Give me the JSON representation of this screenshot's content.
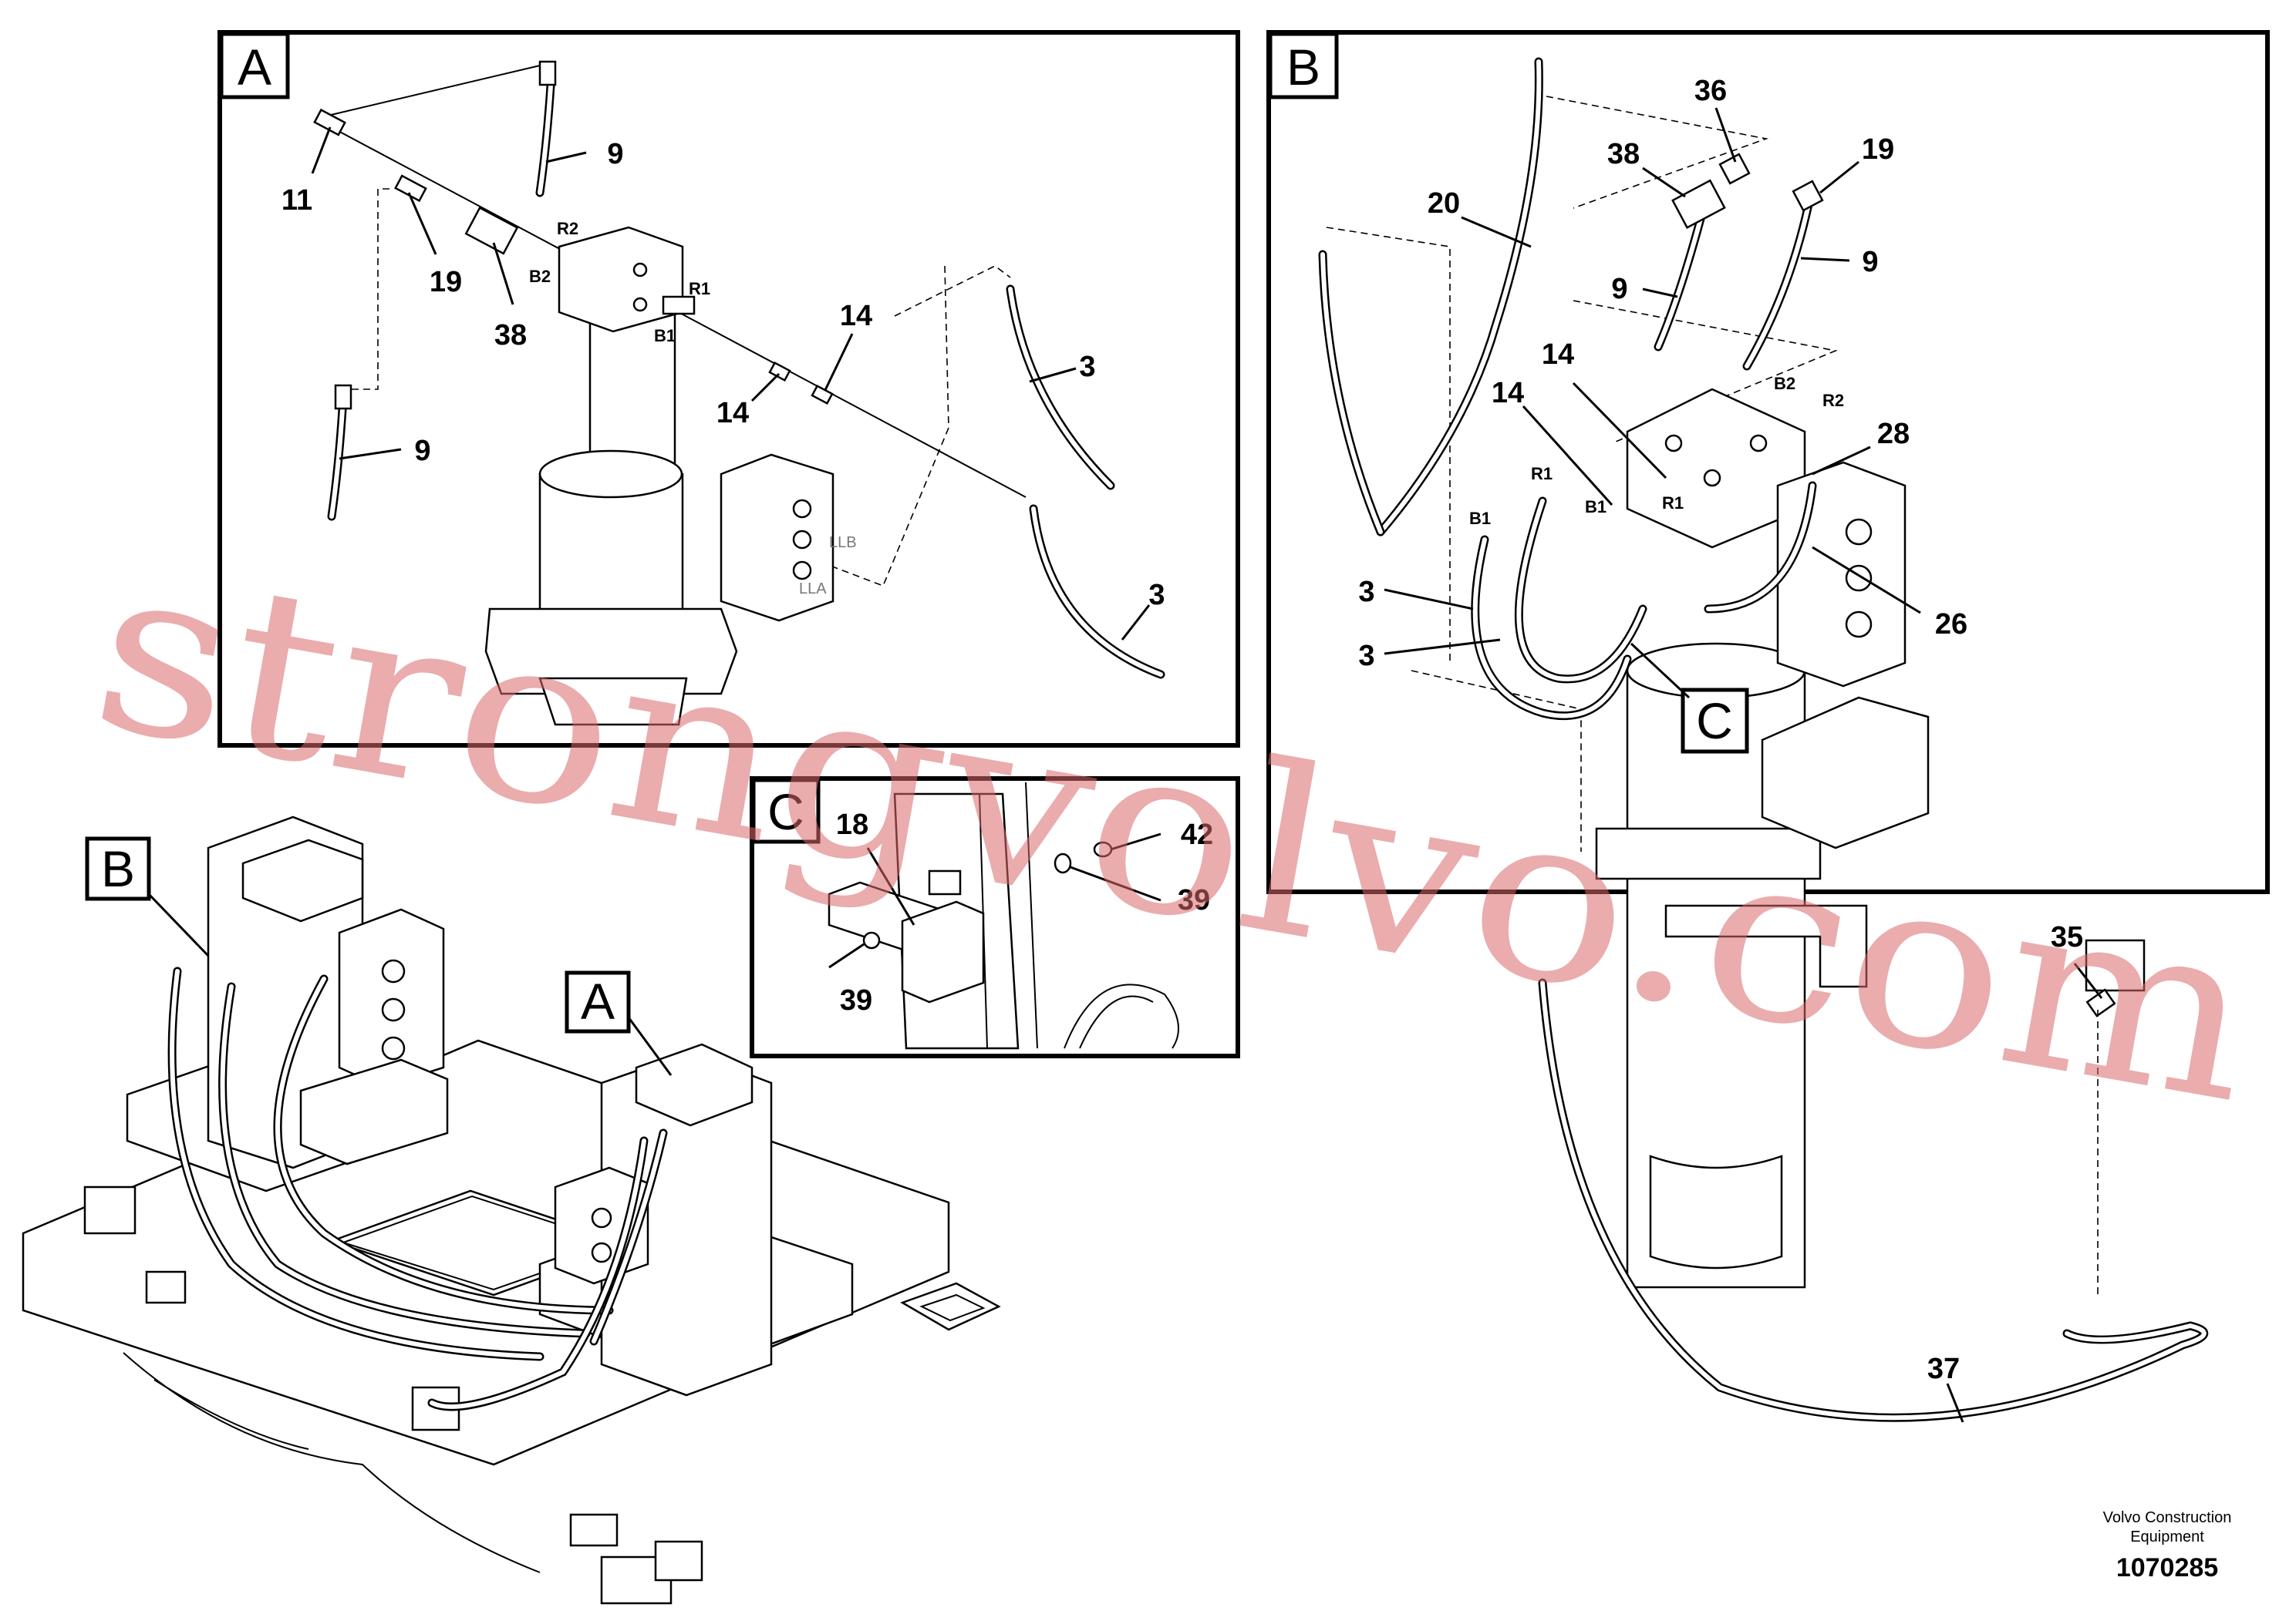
{
  "panels": {
    "a": {
      "letter": "A",
      "callouts": [
        "11",
        "9",
        "19",
        "38",
        "9",
        "14",
        "14",
        "3",
        "3"
      ],
      "port_labels": [
        "R2",
        "B2",
        "R1",
        "B1"
      ],
      "valve_labels": [
        "LLB",
        "LLA"
      ]
    },
    "b": {
      "letter": "B",
      "callouts": [
        "36",
        "38",
        "19",
        "20",
        "9",
        "9",
        "14",
        "14",
        "28",
        "3",
        "3",
        "26",
        "35",
        "37"
      ],
      "port_labels": [
        "B2",
        "R2",
        "R1",
        "B1",
        "R1",
        "B1"
      ],
      "sub_letter": "C"
    },
    "c": {
      "letter": "C",
      "callouts": [
        "18",
        "42",
        "39",
        "39"
      ]
    },
    "overview": {
      "markers": [
        "B",
        "A"
      ]
    }
  },
  "watermark": "strongvolvo.com",
  "footer": {
    "brand_line1": "Volvo Construction",
    "brand_line2": "Equipment",
    "drawing_number": "1070285"
  }
}
